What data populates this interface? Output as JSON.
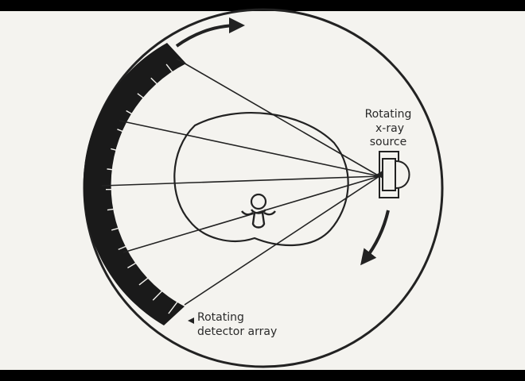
{
  "labels": {
    "source": [
      "Rotating",
      "x-ray",
      "source"
    ],
    "detector": [
      "Rotating",
      "detector array"
    ]
  },
  "colors": {
    "background": "#f4f3ef",
    "ink": "#222222",
    "bars": "#000000"
  }
}
